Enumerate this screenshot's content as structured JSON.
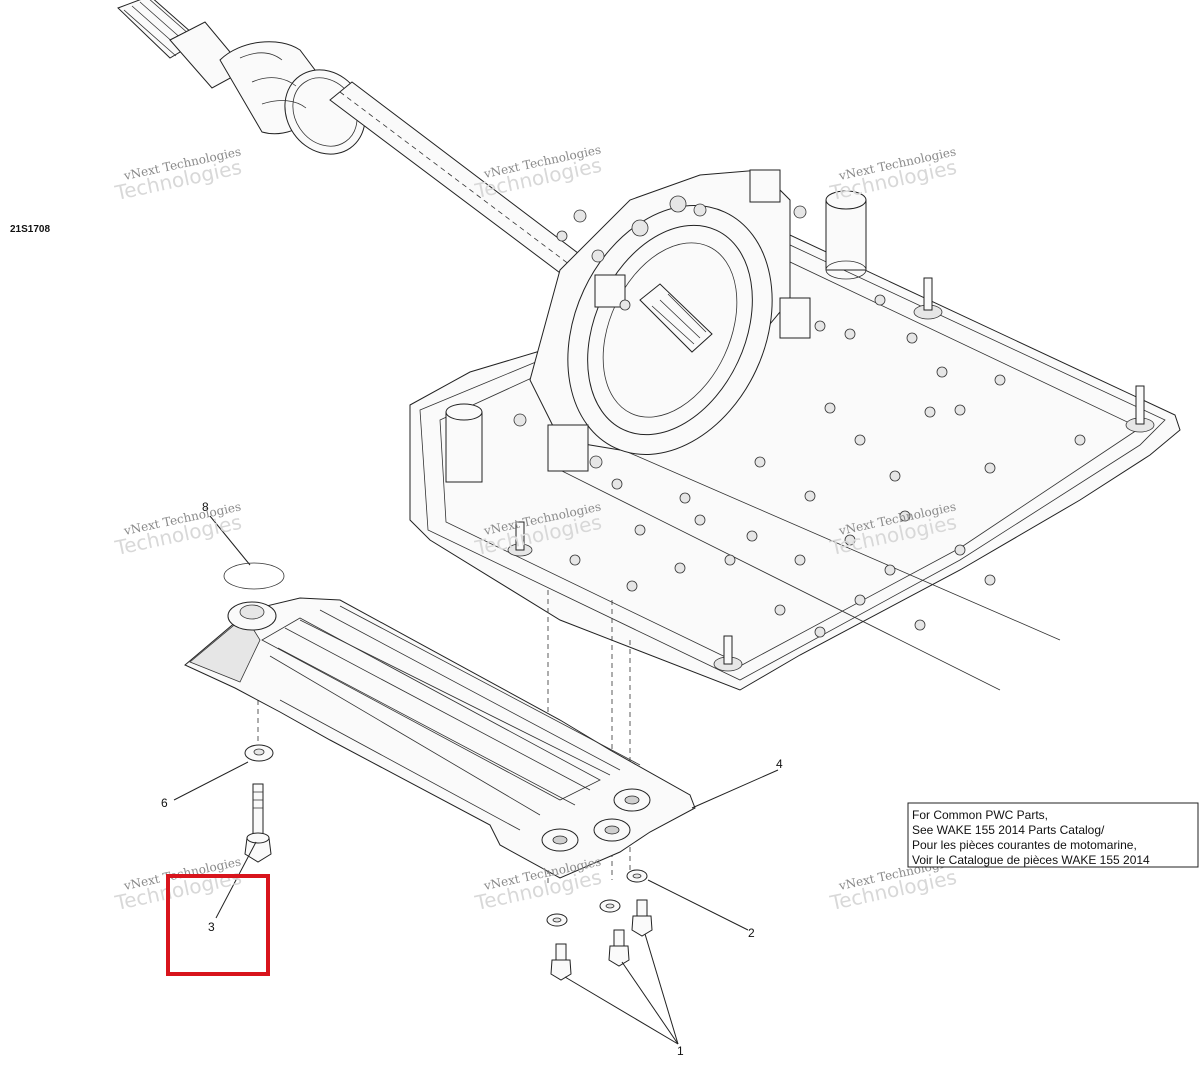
{
  "diagram": {
    "drawing_code": "21S1708",
    "callouts": [
      {
        "id": "callout-1",
        "text": "1"
      },
      {
        "id": "callout-2",
        "text": "2"
      },
      {
        "id": "callout-3",
        "text": "3"
      },
      {
        "id": "callout-4",
        "text": "4"
      },
      {
        "id": "callout-6",
        "text": "6"
      },
      {
        "id": "callout-8",
        "text": "8"
      }
    ],
    "note_lines": [
      "For Common PWC Parts,",
      "See WAKE 155 2014 Parts Catalog/",
      "Pour les pièces courantes de motomarine,",
      "Voir le Catalogue de pièces WAKE 155 2014"
    ],
    "watermark": {
      "line1": "vNext Technologies",
      "line2": "Technologies"
    },
    "highlight_color": "#d8141c"
  }
}
